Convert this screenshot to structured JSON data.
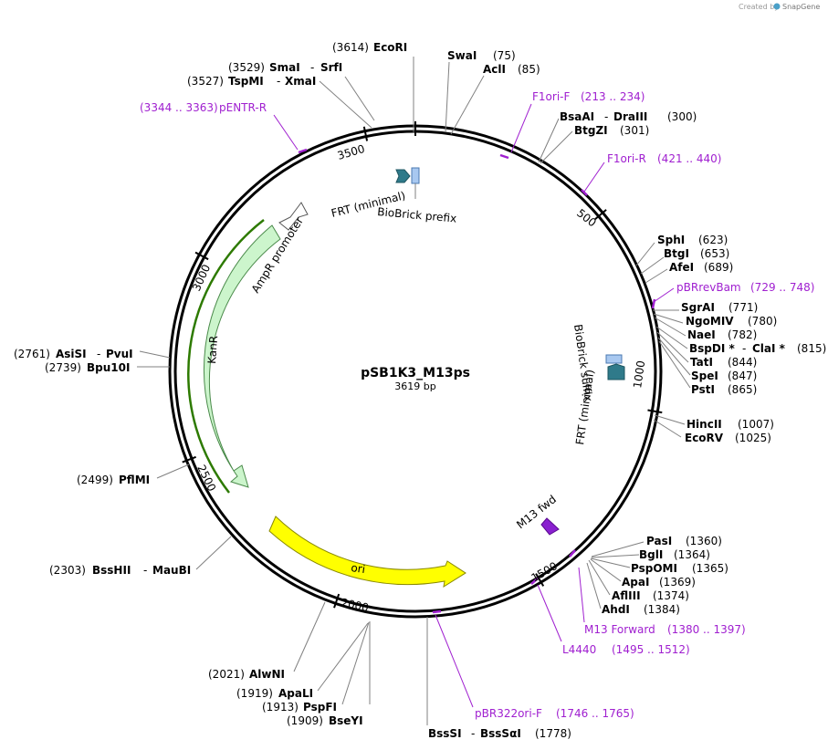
{
  "watermark": {
    "prefix": "Created by",
    "brand": "SnapGene",
    "icon": "snapgene-logo-icon"
  },
  "plasmid": {
    "name": "pSB1K3_M13ps",
    "size": "3619 bp"
  },
  "ticks": [
    "500",
    "1000",
    "1500",
    "2000",
    "2500",
    "3000",
    "3500"
  ],
  "features": {
    "frt_top": "FRT (minimal)",
    "biobrick_prefix": "BioBrick prefix",
    "ampr_promoter": "AmpR promoter",
    "kanr": "KanR",
    "ori": "ori",
    "biobrick_suffix": "BioBrick suffix",
    "frt_right": "FRT (minimal)",
    "m13_fwd": "M13 fwd"
  },
  "sites": {
    "ecori": {
      "pos": "(3614)",
      "name": "EcoRI"
    },
    "smai": {
      "pos": "(3529)",
      "name": "SmaI",
      "name2": "SrfI"
    },
    "tspmi": {
      "pos": "(3527)",
      "name": "TspMI",
      "name2": "XmaI"
    },
    "swai": {
      "name": "SwaI",
      "pos": "(75)"
    },
    "acii": {
      "name": "AclI",
      "pos": "(85)"
    },
    "bsaai": {
      "name": "BsaAI",
      "name2": "DraIII",
      "pos": "(300)"
    },
    "btgzi": {
      "name": "BtgZI",
      "pos": "(301)"
    },
    "sphi": {
      "name": "SphI",
      "pos": "(623)"
    },
    "btgi": {
      "name": "BtgI",
      "pos": "(653)"
    },
    "afei": {
      "name": "AfeI",
      "pos": "(689)"
    },
    "sgrai": {
      "name": "SgrAI",
      "pos": "(771)"
    },
    "ngomiv": {
      "name": "NgoMIV",
      "pos": "(780)"
    },
    "naei": {
      "name": "NaeI",
      "pos": "(782)"
    },
    "bspdi": {
      "name": "BspDI *",
      "name2": "ClaI *",
      "pos": "(815)"
    },
    "tati": {
      "name": "TatI",
      "pos": "(844)"
    },
    "spei": {
      "name": "SpeI",
      "pos": "(847)"
    },
    "psti": {
      "name": "PstI",
      "pos": "(865)"
    },
    "hincii": {
      "name": "HincII",
      "pos": "(1007)"
    },
    "ecorv": {
      "name": "EcoRV",
      "pos": "(1025)"
    },
    "pasi": {
      "name": "PasI",
      "pos": "(1360)"
    },
    "bgli": {
      "name": "BglI",
      "pos": "(1364)"
    },
    "pspomi": {
      "name": "PspOMI",
      "pos": "(1365)"
    },
    "apai": {
      "name": "ApaI",
      "pos": "(1369)"
    },
    "aflIII": {
      "name": "AflIII",
      "pos": "(1374)"
    },
    "ahdi": {
      "name": "AhdI",
      "pos": "(1384)"
    },
    "bsssi": {
      "name": "BssSI",
      "name2": "BssSαI",
      "pos": "(1778)"
    },
    "bseyi": {
      "pos": "(1909)",
      "name": "BseYI"
    },
    "pspfi": {
      "pos": "(1913)",
      "name": "PspFI"
    },
    "apali": {
      "pos": "(1919)",
      "name": "ApaLI"
    },
    "alwni": {
      "pos": "(2021)",
      "name": "AlwNI"
    },
    "bsshii": {
      "pos": "(2303)",
      "name": "BssHII",
      "name2": "MauBI"
    },
    "pflmi": {
      "pos": "(2499)",
      "name": "PflMI"
    },
    "bpu10i": {
      "pos": "(2739)",
      "name": "Bpu10I"
    },
    "asisi": {
      "pos": "(2761)",
      "name": "AsiSI",
      "name2": "PvuI"
    }
  },
  "primers": {
    "pentr_r": {
      "range": "(3344 .. 3363)",
      "name": "pENTR-R"
    },
    "f1ori_f": {
      "name": "F1ori-F",
      "range": "(213 .. 234)"
    },
    "f1ori_r": {
      "name": "F1ori-R",
      "range": "(421 .. 440)"
    },
    "pbrrevbam": {
      "name": "pBRrevBam",
      "range": "(729 .. 748)"
    },
    "m13_forward": {
      "name": "M13 Forward",
      "range": "(1380 .. 1397)"
    },
    "l4440": {
      "name": "L4440",
      "range": "(1495 .. 1512)"
    },
    "pbr322ori_f": {
      "name": "pBR322ori-F",
      "range": "(1746 .. 1765)"
    }
  },
  "colors": {
    "backbone": "#000000",
    "primer": "#a020d0",
    "kanr_fill": "#ccf5cc",
    "kanr_stroke": "#4a8a4a",
    "kanr_outline": "#2d7a00",
    "ori_fill": "#ffff00",
    "ori_stroke": "#8a8a00",
    "frt_fill": "#2f7a8a",
    "biobrick_fill": "#a8c8f0",
    "m13_fill": "#8a20d0",
    "leader": "#808080"
  }
}
